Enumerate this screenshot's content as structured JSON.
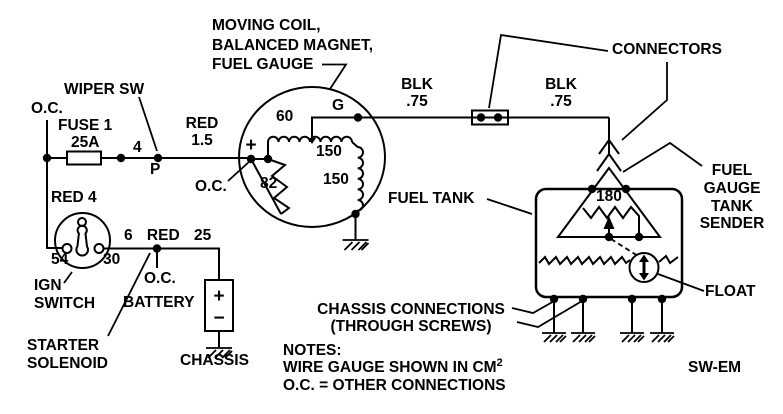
{
  "power": {
    "oc_top": "O.C.",
    "wiper_sw": "WIPER SW",
    "fuse_name": "FUSE 1",
    "fuse_rating": "25A",
    "wire_gauge_4": "4",
    "terminal_p": "P",
    "wire_red": "RED",
    "wire_red_gauge": "1.5",
    "wire_red4": "RED 4",
    "terminal_54": "54",
    "terminal_30": "30",
    "ign_switch_1": "IGN",
    "ign_switch_2": "SWITCH",
    "wire_6_red_25": "6 RED 25",
    "oc_junction": "O.C.",
    "battery_label": "BATTERY",
    "battery_plus": "+",
    "battery_minus": "−",
    "starter_1": "STARTER",
    "starter_2": "SOLENOID",
    "chassis": "CHASSIS"
  },
  "gauge": {
    "title_1": "MOVING COIL,",
    "title_2": "BALANCED MAGNET,",
    "title_3": "FUEL GAUGE",
    "oc": "O.C.",
    "plus": "+",
    "terminal_g": "G",
    "coil_60": "60",
    "coil_150_upper": "150",
    "coil_150_lower": "150",
    "resistor_82": "82"
  },
  "harness": {
    "blk1": "BLK",
    "blk1_gauge": ".75",
    "blk2": "BLK",
    "blk2_gauge": ".75",
    "connectors": "CONNECTORS"
  },
  "tank": {
    "label": "FUEL TANK",
    "sender_resistance": "180",
    "sender_1": "FUEL",
    "sender_2": "GAUGE",
    "sender_3": "TANK",
    "sender_4": "SENDER",
    "float_label": "FLOAT",
    "chassis_conn_1": "CHASSIS CONNECTIONS",
    "chassis_conn_2": "(THROUGH SCREWS)"
  },
  "notes": {
    "title": "NOTES:",
    "line1": "WIRE GAUGE SHOWN IN CM",
    "line1_sup": "2",
    "line2": "O.C. = OTHER CONNECTIONS"
  },
  "signature": "SW-EM",
  "colors": {
    "line": "#000000",
    "background": "#ffffff"
  }
}
